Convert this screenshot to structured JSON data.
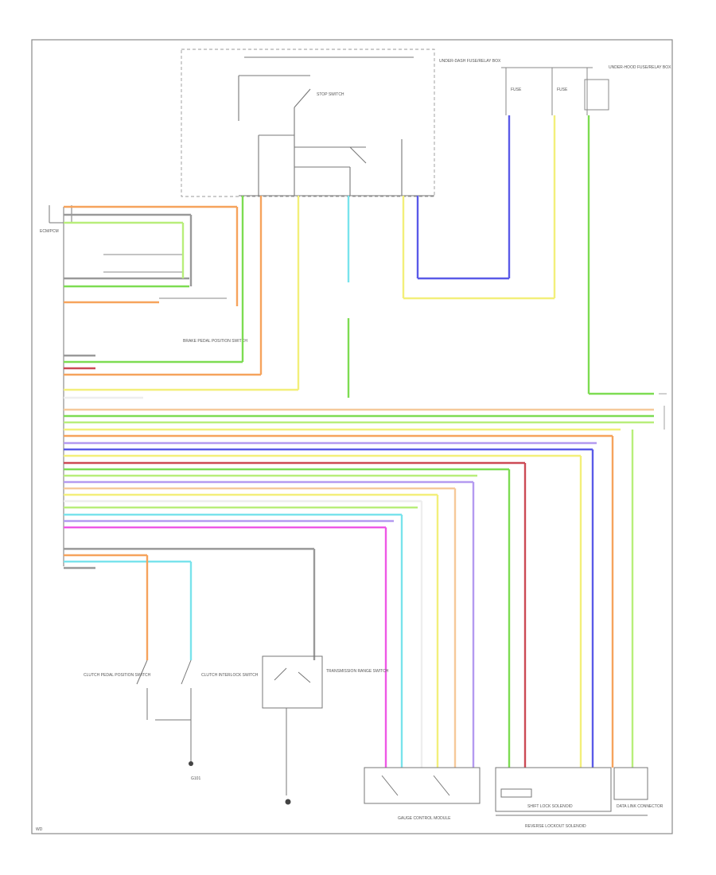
{
  "diagram": {
    "type": "automotive wiring schematic",
    "page_code": "WD",
    "legend_box_header": "",
    "wire_colors": {
      "orange": "#f6a35c",
      "green": "#7ddc52",
      "light_green": "#b8ee7a",
      "yellow": "#f3ef7a",
      "blue": "#5a5ae8",
      "light_blue": "#79e3ec",
      "pink": "#ee58e6",
      "red": "#cc4a55",
      "violet": "#b49af0",
      "gray": "#999999",
      "white": "#eeeeee"
    },
    "connectors": {
      "left_module": "ECM/PCM",
      "top_fuse_box": "UNDER-DASH FUSE/RELAY BOX",
      "fuse_left": "FUSE",
      "fuse_right": "FUSE",
      "top_right_label": "UNDER-HOOD FUSE/RELAY BOX",
      "bottom_left_switch_1": "CLUTCH PEDAL POSITION SWITCH",
      "bottom_left_switch_2": "CLUTCH INTERLOCK SWITCH",
      "bottom_mid_sensor": "TRANSMISSION RANGE SWITCH",
      "bottom_ground": "G101",
      "bottom_center_unit": "GAUGE CONTROL MODULE",
      "bottom_right_unit_1": "SHIFT LOCK SOLENOID",
      "bottom_right_unit_2": "DATA LINK CONNECTOR",
      "bottom_right_label": "REVERSE LOCKOUT SOLENOID",
      "left_side_module_label": "BRAKE PEDAL POSITION SWITCH",
      "stop_switch_note": "STOP SWITCH"
    }
  }
}
